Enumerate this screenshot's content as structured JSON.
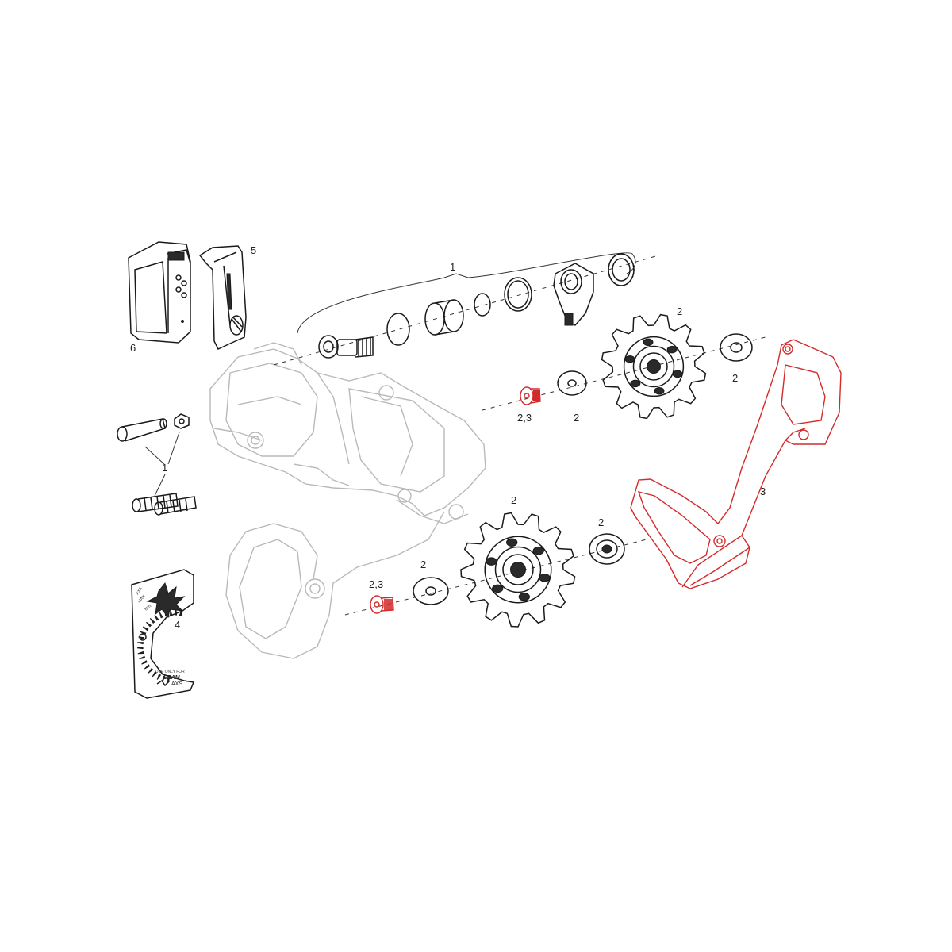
{
  "labels": {
    "l1_top": "1",
    "l1_left": "1",
    "l2_a": "2",
    "l2_b": "2",
    "l2_c": "2",
    "l2_d": "2",
    "l2_e": "2",
    "l2_f": "2",
    "l23_a": "2,3",
    "l23_b": "2,3",
    "l3": "3",
    "l4": "4",
    "l5": "5",
    "l6": "6"
  },
  "chain_gap_tool": {
    "marks": [
      "AXS",
      "MAX",
      "MIN"
    ],
    "note": "USE ONLY FOR",
    "brand": "SRAM",
    "model": "AXS"
  },
  "colors": {
    "highlight": "#d42a2a",
    "ghost": "#b9b9b9",
    "ink": "#1a1a1a"
  }
}
